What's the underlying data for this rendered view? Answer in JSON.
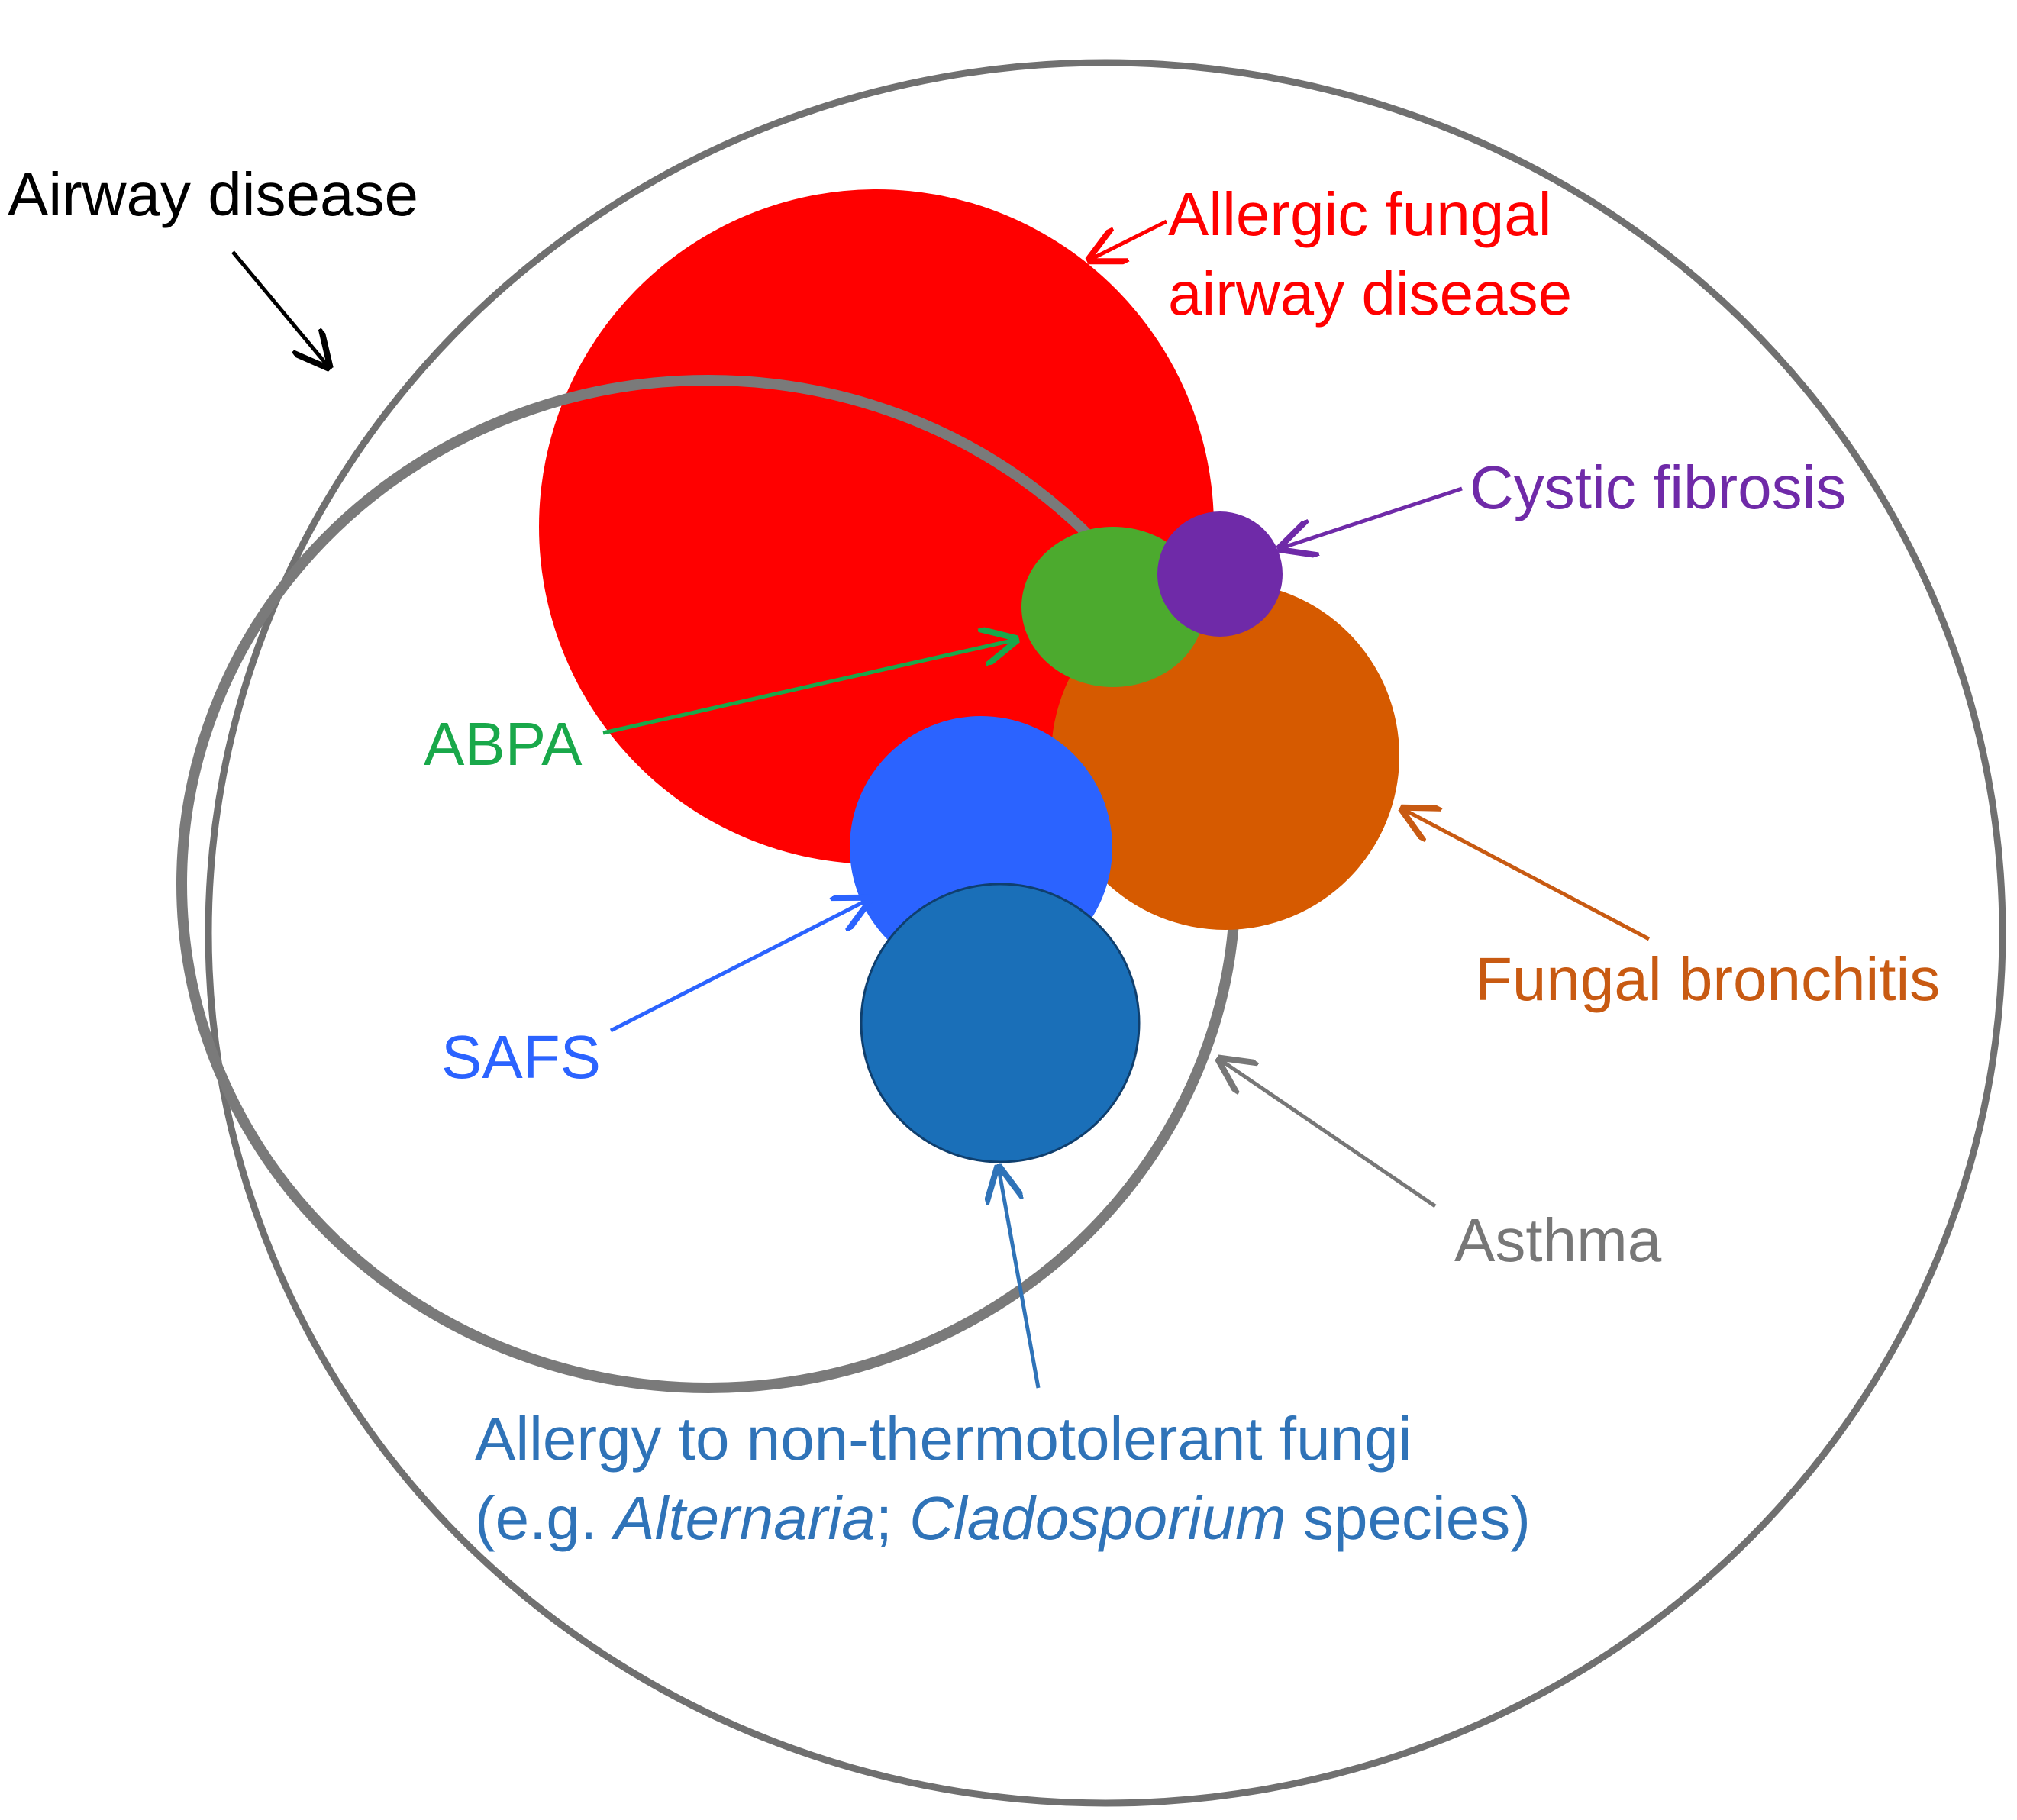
{
  "colors": {
    "airway": "#707070",
    "asthma": "#7a7a7a",
    "afad": "#ff0000",
    "abpa": "#4caa2e",
    "cystic": "#6f2aa8",
    "fungal_bronchitis": "#d65a00",
    "safs": "#2b63ff",
    "allergy_ntf": "#1a6fb8",
    "label_black": "#000000",
    "label_red": "#ff0000",
    "label_purple": "#6f2aa8",
    "label_green": "#19a84a",
    "label_blue": "#2b63ff",
    "label_orange": "#c85a12",
    "label_gray": "#777777",
    "label_allergy": "#2f73b8"
  },
  "labels": {
    "airway_disease": "Airway disease",
    "afad_line1": "Allergic fungal",
    "afad_line2": "airway disease",
    "cystic_fibrosis": "Cystic fibrosis",
    "abpa": "ABPA",
    "fungal_bronchitis": "Fungal bronchitis",
    "safs": "SAFS",
    "asthma": "Asthma",
    "allergy_line1": "Allergy to non-thermotolerant fungi",
    "allergy_line2_pre": "(e.g. ",
    "allergy_line2_alt": "Alternaria",
    "allergy_line2_sep": "; ",
    "allergy_line2_clad": "Cladosporium",
    "allergy_line2_post": " species)"
  }
}
